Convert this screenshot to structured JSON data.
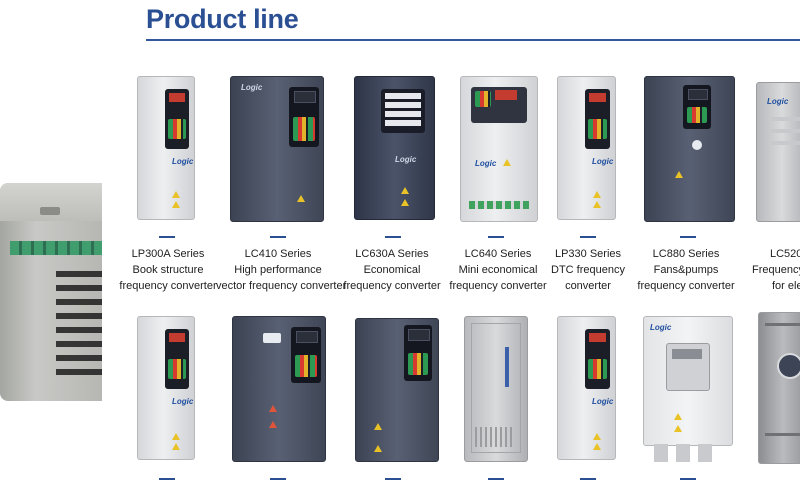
{
  "header": {
    "title": "Product line"
  },
  "brand": {
    "primary": "#2b4f93"
  },
  "products_top": [
    {
      "id": "lp300a",
      "lines": [
        "LP300A Series",
        "Book structure",
        "frequency converter"
      ]
    },
    {
      "id": "lc410",
      "lines": [
        "LC410 Series",
        "High performance",
        "vector frequency converter"
      ]
    },
    {
      "id": "lc630a",
      "lines": [
        "LC630A Series",
        "Economical",
        "frequency converter"
      ]
    },
    {
      "id": "lc640",
      "lines": [
        "LC640  Series",
        "Mini economical",
        "frequency converter"
      ]
    },
    {
      "id": "lp330",
      "lines": [
        "LP330  Series",
        "DTC frequency",
        "converter"
      ]
    },
    {
      "id": "lc880",
      "lines": [
        "LC880  Series",
        "Fans&pumps",
        "frequency converter"
      ]
    },
    {
      "id": "lc520",
      "lines": [
        "LC520",
        "Frequency",
        "for ele"
      ]
    }
  ],
  "icons": {
    "brand_logo": "logo-icon",
    "warning": "warning-triangle-icon"
  }
}
